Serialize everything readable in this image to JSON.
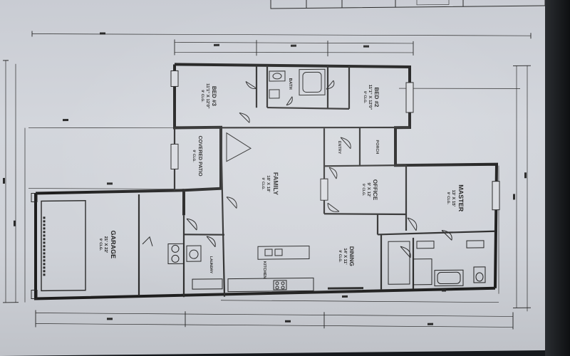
{
  "rooms": [
    {
      "key": "bed3",
      "name": "BED #3",
      "dims": "11'1\" X 12'0\"",
      "note": "9' CLG."
    },
    {
      "key": "bed2",
      "name": "BED #2",
      "dims": "11'1\" X 12'0\"",
      "note": "9' CLG."
    },
    {
      "key": "bath",
      "name": "BATH",
      "dims": "",
      "note": ""
    },
    {
      "key": "family",
      "name": "FAMILY",
      "dims": "18' X 18'",
      "note": "9' CLG."
    },
    {
      "key": "patio",
      "name": "COVERED PATIO",
      "dims": "",
      "note": "9' CLG."
    },
    {
      "key": "office",
      "name": "OFFICE",
      "dims": "9' X 12'",
      "note": "9' CLG."
    },
    {
      "key": "entry",
      "name": "ENTRY",
      "dims": "",
      "note": ""
    },
    {
      "key": "porch",
      "name": "PORCH",
      "dims": "",
      "note": ""
    },
    {
      "key": "master",
      "name": "MASTER",
      "dims": "13' X 15'",
      "note": "9' CLG."
    },
    {
      "key": "garage",
      "name": "GARAGE",
      "dims": "21' X 22'",
      "note": "9' CLG."
    },
    {
      "key": "dining",
      "name": "DINING",
      "dims": "14' X 11'",
      "note": "9' CLG."
    },
    {
      "key": "kitchen",
      "name": "KITCHEN",
      "dims": "",
      "note": ""
    },
    {
      "key": "laundry",
      "name": "LAUNDRY",
      "dims": "",
      "note": ""
    }
  ],
  "colors": {
    "paper": "#cdd0d6",
    "ink": "#1a1a1a",
    "wall": "#1e1e1e",
    "bezel": "#16191d"
  },
  "icons": [
    "door-swing-icon",
    "toilet-icon",
    "bathtub-icon",
    "sink-icon",
    "range-icon",
    "window-icon"
  ]
}
